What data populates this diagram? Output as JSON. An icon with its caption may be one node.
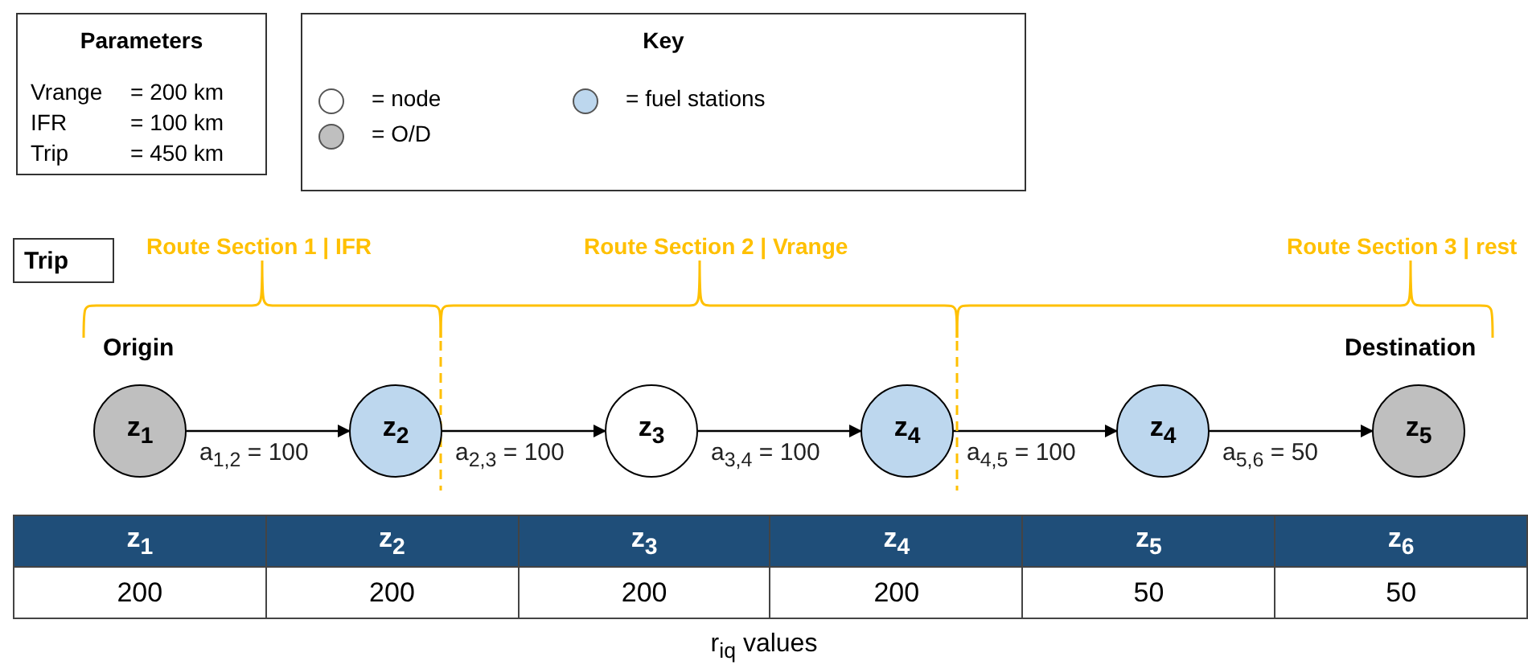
{
  "diagram": {
    "nodes": [
      {
        "text": [
          "Parameters",
          "Vrange",
          "= 200 km",
          "IFR",
          "= 100 km",
          "Trip",
          "= 450 km"
        ]
      },
      {
        "text": [
          "Key"
        ]
      },
      {
        "text": [
          "Trip"
        ]
      },
      {
        "text": [
          "z$_{1}$"
        ],
        "beside": [
          "Origin"
        ]
      },
      {
        "text": [
          "z$_{2}$"
        ]
      },
      {
        "text": [
          "z$_{3}$"
        ]
      },
      {
        "text": [
          "z$_{4}$"
        ]
      },
      {
        "text": [
          "z$_{4}$"
        ]
      },
      {
        "text": [
          "z$_{5}$"
        ],
        "beside": [
          "Destination"
        ]
      }
    ],
    "edges": [
      {
        "from": 3,
        "to": 4,
        "arrow": "to",
        "label": "a$_{1,2}$ = 100"
      },
      {
        "from": 4,
        "to": 5,
        "arrow": "to",
        "label": "a$_{2,3}$ = 100"
      },
      {
        "from": 5,
        "to": 6,
        "arrow": "to",
        "label": "a$_{3,4}$ = 100"
      },
      {
        "from": 6,
        "to": 7,
        "arrow": "to",
        "label": "a$_{4,5}$ = 100"
      },
      {
        "from": 7,
        "to": 8,
        "arrow": "to",
        "label": "a$_{5,6}$ = 50"
      }
    ],
    "labels": [
      "Route Section 1 | IFR",
      "Route Section 2 | Vrange",
      "Route Section 3 | rest",
      "z$_{1}$",
      "z$_{2}$",
      "z$_{3}$",
      "z$_{4}$",
      "z$_{5}$",
      "z$_{6}$",
      "200",
      "200",
      "200",
      "200",
      "50",
      "50",
      "r$_{iq}$ values"
    ],
    "legend": [
      {
        "text": "= node",
        "color": "#ffffff"
      },
      {
        "text": "= O/D",
        "color": "#bfbfbf"
      },
      {
        "text": "= fuel stations",
        "color": "#bdd7ee"
      }
    ]
  }
}
